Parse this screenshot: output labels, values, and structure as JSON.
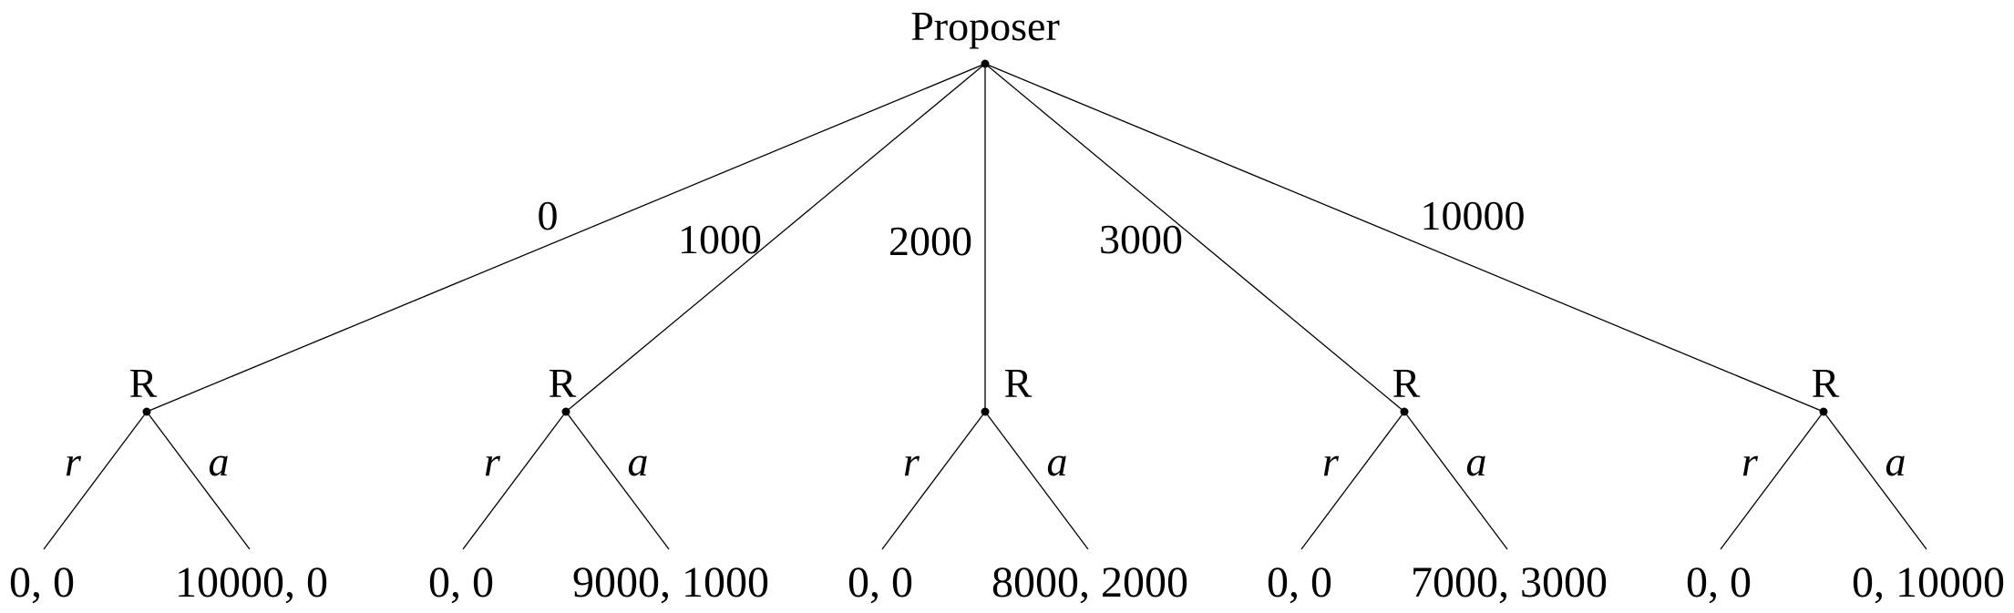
{
  "root": {
    "label": "Proposer"
  },
  "offers": [
    {
      "label": "0",
      "responder_label": "R",
      "reject_label": "r",
      "accept_label": "a",
      "reject_payoff": "0, 0",
      "accept_payoff": "10000, 0"
    },
    {
      "label": "1000",
      "responder_label": "R",
      "reject_label": "r",
      "accept_label": "a",
      "reject_payoff": "0, 0",
      "accept_payoff": "9000, 1000"
    },
    {
      "label": "2000",
      "responder_label": "R",
      "reject_label": "r",
      "accept_label": "a",
      "reject_payoff": "0, 0",
      "accept_payoff": "8000, 2000"
    },
    {
      "label": "3000",
      "responder_label": "R",
      "reject_label": "r",
      "accept_label": "a",
      "reject_payoff": "0, 0",
      "accept_payoff": "7000, 3000"
    },
    {
      "label": "10000",
      "responder_label": "R",
      "reject_label": "r",
      "accept_label": "a",
      "reject_payoff": "0, 0",
      "accept_payoff": "0, 10000"
    }
  ],
  "colors": {
    "line": "#000000",
    "text": "#000000",
    "background": "#ffffff"
  }
}
